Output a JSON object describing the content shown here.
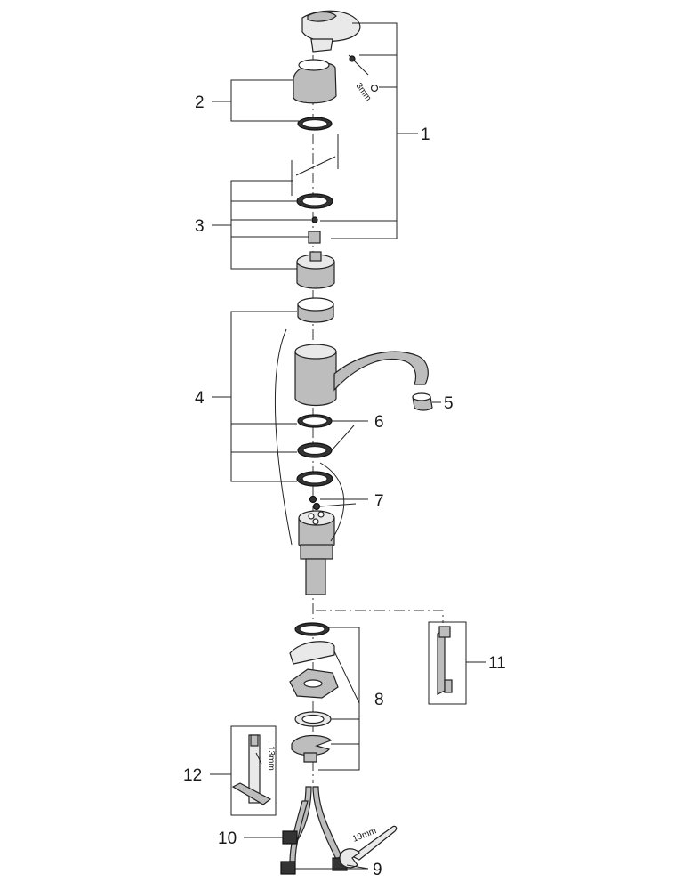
{
  "diagram": {
    "part_numbers": [
      "1",
      "2",
      "3",
      "4",
      "5",
      "6",
      "7",
      "8",
      "9",
      "10",
      "11",
      "12"
    ],
    "tool_sizes": {
      "hex_key": "3mm",
      "socket_wrench": "13mm",
      "spanner": "19mm"
    }
  }
}
